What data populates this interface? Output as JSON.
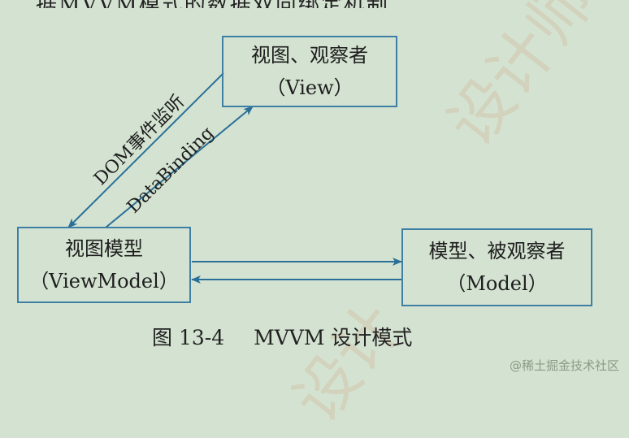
{
  "header": {
    "title": "据MVVM模式的数据双向绑定机制"
  },
  "boxes": {
    "view": {
      "line1": "视图、观察者",
      "line2": "（View）"
    },
    "viewmodel": {
      "line1": "视图模型",
      "line2": "（ViewModel）"
    },
    "model": {
      "line1": "模型、被观察者",
      "line2": "（Model）"
    }
  },
  "edges": {
    "dom_events": "DOM事件监听",
    "data_binding": "DataBinding"
  },
  "caption": {
    "figure": "图 13-4",
    "text": "MVVM 设计模式"
  },
  "watermark": "@稀土掘金技术社区",
  "colors": {
    "background": "#d4e3d1",
    "box_border": "#3f7fa3",
    "arrow": "#2a6f98",
    "text": "#1d1d1d"
  }
}
